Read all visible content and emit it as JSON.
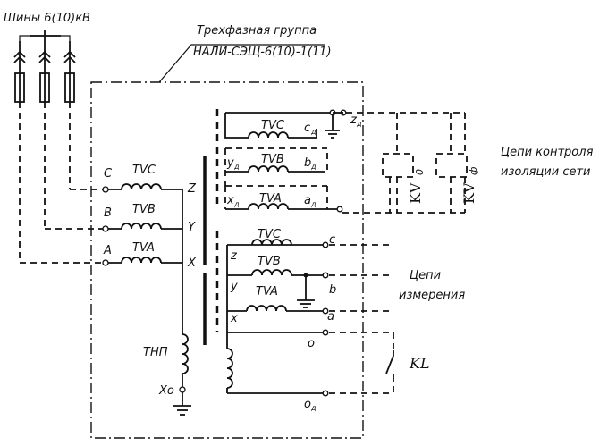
{
  "diagram": {
    "bus_label": "Шины 6(10)кВ",
    "group_title_line1": "Трехфазная группа",
    "group_title_line2": "НАЛИ-СЭЩ-6(10)-1(11)",
    "primary": {
      "terms_left": [
        "C",
        "B",
        "A"
      ],
      "windings": [
        "TVC",
        "TVB",
        "TVA"
      ],
      "terms_right": [
        "Z",
        "Y",
        "X"
      ]
    },
    "tnp_label": "ТНП",
    "xo_label": "Xо",
    "residual": {
      "windings": [
        "TVC",
        "TVB",
        "TVA"
      ],
      "terms_start": [
        "y",
        "x"
      ],
      "terms_end": [
        "c",
        "b",
        "a"
      ],
      "term_z": "z",
      "subscript": "д"
    },
    "secondary": {
      "terms_start": [
        "z",
        "y",
        "x"
      ],
      "windings": [
        "TVC",
        "TVB",
        "TVA"
      ],
      "terms_end": [
        "c",
        "b",
        "a"
      ],
      "term_o": "o",
      "term_od": "o",
      "term_od_sub": "д"
    },
    "relays": {
      "kv0": "KV",
      "kv0_sub": "0",
      "kvf": "KV",
      "kvf_sub": "ф",
      "kl": "KL"
    },
    "notes": {
      "control_line1": "Цепи контроля",
      "control_line2": "изоляции сети",
      "measure_line1": "Цепи",
      "measure_line2": "измерения"
    }
  }
}
